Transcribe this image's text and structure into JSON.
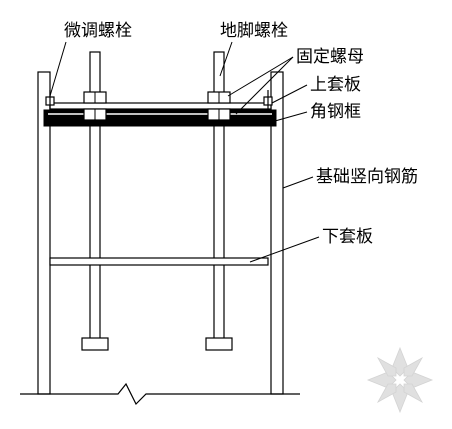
{
  "labels": {
    "fine_adjust_bolt": "微调螺栓",
    "anchor_bolt": "地脚螺栓",
    "fixing_nut": "固定螺母",
    "upper_plate": "上套板",
    "angle_steel_frame": "角钢框",
    "vertical_rebar": "基础竖向钢筋",
    "lower_plate": "下套板"
  },
  "colors": {
    "line": "#000000",
    "background": "#ffffff",
    "watermark": "#c8c8c8"
  },
  "icons": {
    "watermark": "snowflake-watermark-icon"
  }
}
